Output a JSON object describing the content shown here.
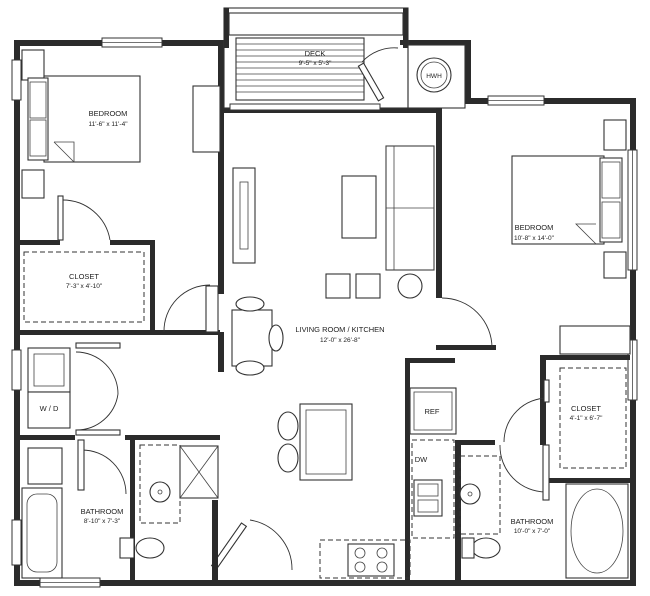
{
  "rooms": {
    "deck": {
      "name": "DECK",
      "size": "9'-5\" x 5'-3\""
    },
    "hwh": {
      "name": "HWH"
    },
    "bedroom1": {
      "name": "BEDROOM",
      "size": "11'-6\" x 11'-4\""
    },
    "closet1": {
      "name": "CLOSET",
      "size": "7'-3\" x 4'-10\""
    },
    "wd": {
      "name": "W / D"
    },
    "bath1": {
      "name": "BATHROOM",
      "size": "8'-10\" x 7'-3\""
    },
    "living": {
      "name": "LIVING ROOM / KITCHEN",
      "size": "12'-0\" x 26'-8\""
    },
    "ref": {
      "name": "REF"
    },
    "dw": {
      "name": "DW"
    },
    "bedroom2": {
      "name": "BEDROOM",
      "size": "10'-8\" x 14'-0\""
    },
    "closet2": {
      "name": "CLOSET",
      "size": "4'-1\" x 6'-7\""
    },
    "bath2": {
      "name": "BATHROOM",
      "size": "10'-0\" x 7'-0\""
    }
  }
}
